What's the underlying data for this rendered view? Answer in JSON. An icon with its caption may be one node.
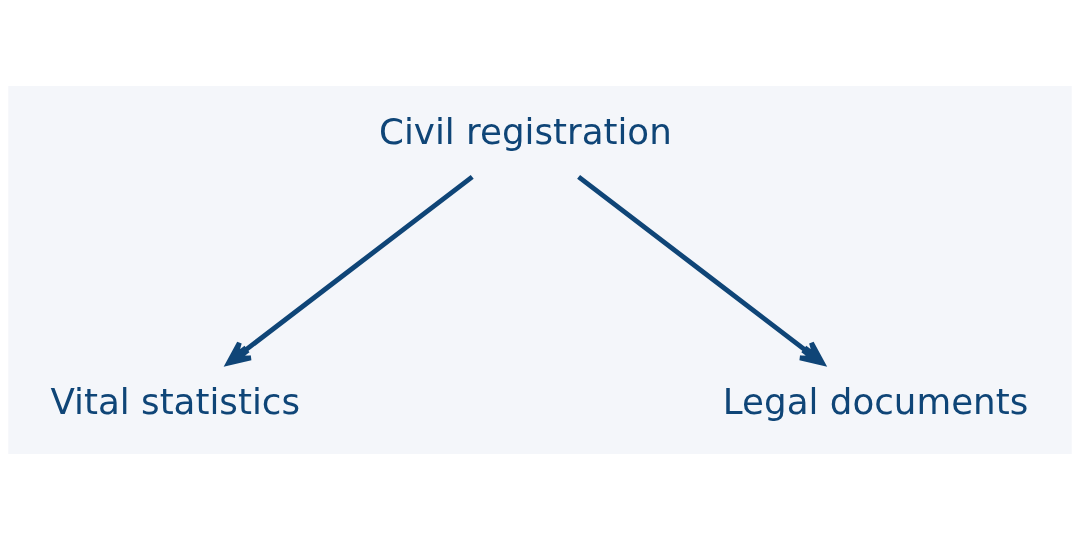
{
  "diagram": {
    "nodes": [
      {
        "text": [
          "Civil registration"
        ]
      },
      {
        "text": [
          "Vital statistics"
        ]
      },
      {
        "text": [
          "Legal documents"
        ]
      }
    ],
    "edges": [
      {
        "from": 0,
        "to": 1,
        "arrow": "to"
      },
      {
        "from": 0,
        "to": 2,
        "arrow": "to"
      }
    ]
  }
}
